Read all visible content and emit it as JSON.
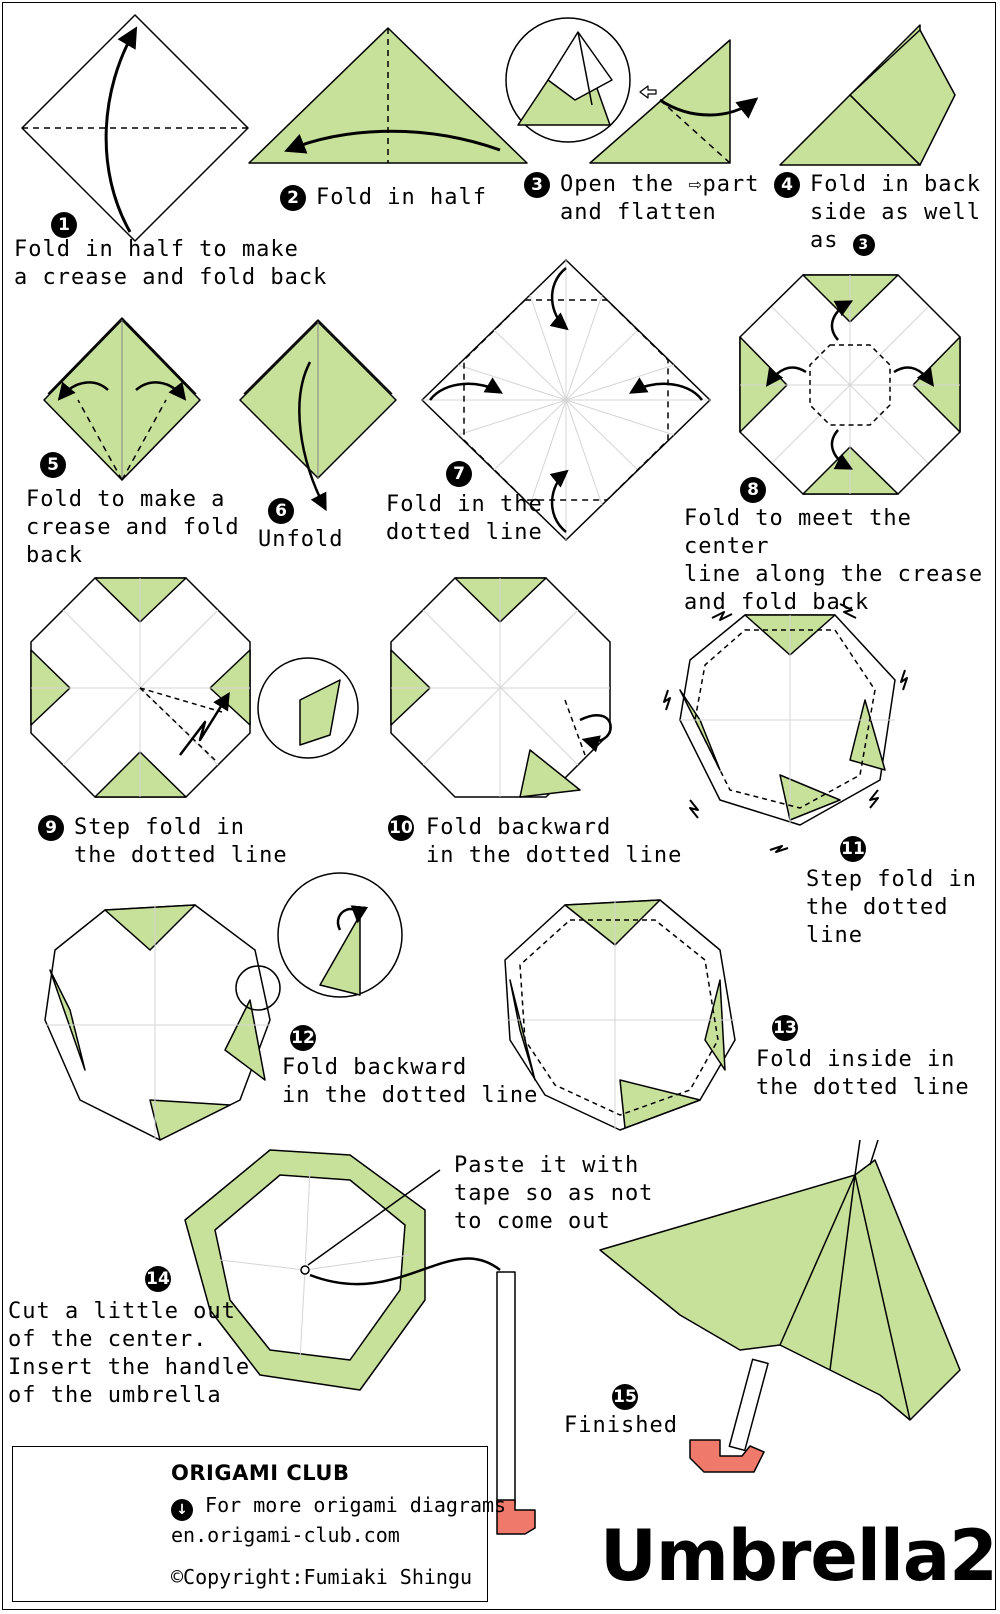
{
  "colors": {
    "paper_green": "#c7e09a",
    "handle_red": "#ef7a6b",
    "line": "#000000",
    "crease": "#cfcfcf"
  },
  "steps": [
    {
      "num": "1",
      "caption": "Fold in half to make\na crease and fold back"
    },
    {
      "num": "2",
      "caption": "Fold in half"
    },
    {
      "num": "3",
      "caption_pre": "Open the ",
      "icon": "outline-arrow-icon",
      "caption_post": "part\nand flatten"
    },
    {
      "num": "4",
      "caption": "Fold in back\nside as well\nas",
      "ref_num": "3"
    },
    {
      "num": "5",
      "caption": "Fold to make a\ncrease and fold\nback"
    },
    {
      "num": "6",
      "caption": "Unfold"
    },
    {
      "num": "7",
      "caption": "Fold in the\ndotted line"
    },
    {
      "num": "8",
      "caption": "Fold to meet the center\nline along the crease\nand fold back"
    },
    {
      "num": "9",
      "caption": "Step fold in\nthe dotted line"
    },
    {
      "num": "10",
      "caption": "Fold backward\nin the dotted line"
    },
    {
      "num": "11",
      "caption": "Step fold in\nthe dotted line"
    },
    {
      "num": "12",
      "caption": "Fold backward\nin the dotted line"
    },
    {
      "num": "13",
      "caption": "Fold inside in\nthe dotted line"
    },
    {
      "num": "14",
      "caption": "Cut a little out\nof the center.\nInsert the handle\nof the umbrella",
      "note": "Paste it with\ntape so as not\nto come out"
    },
    {
      "num": "15",
      "caption": "Finished"
    }
  ],
  "credit": {
    "brand": "ORIGAMI CLUB",
    "more_icon": "down-arrow-circle-icon",
    "more_text": "For more origami diagrams",
    "site": "en.origami-club.com",
    "copyright": "©Copyright:Fumiaki Shingu"
  },
  "title": "Umbrella2"
}
